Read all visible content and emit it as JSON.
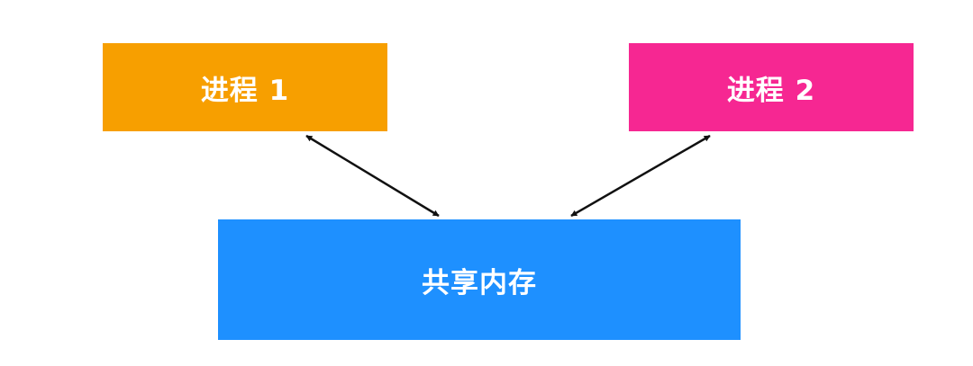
{
  "nodes": {
    "process1": {
      "label": "进程 1",
      "color": "#f79f00"
    },
    "process2": {
      "label": "进程 2",
      "color": "#f62792"
    },
    "shared_memory": {
      "label": "共享内存",
      "color": "#1e90ff"
    }
  },
  "edges": [
    {
      "from": "process1",
      "to": "shared_memory",
      "direction": "bidirectional"
    },
    {
      "from": "process2",
      "to": "shared_memory",
      "direction": "bidirectional"
    }
  ]
}
